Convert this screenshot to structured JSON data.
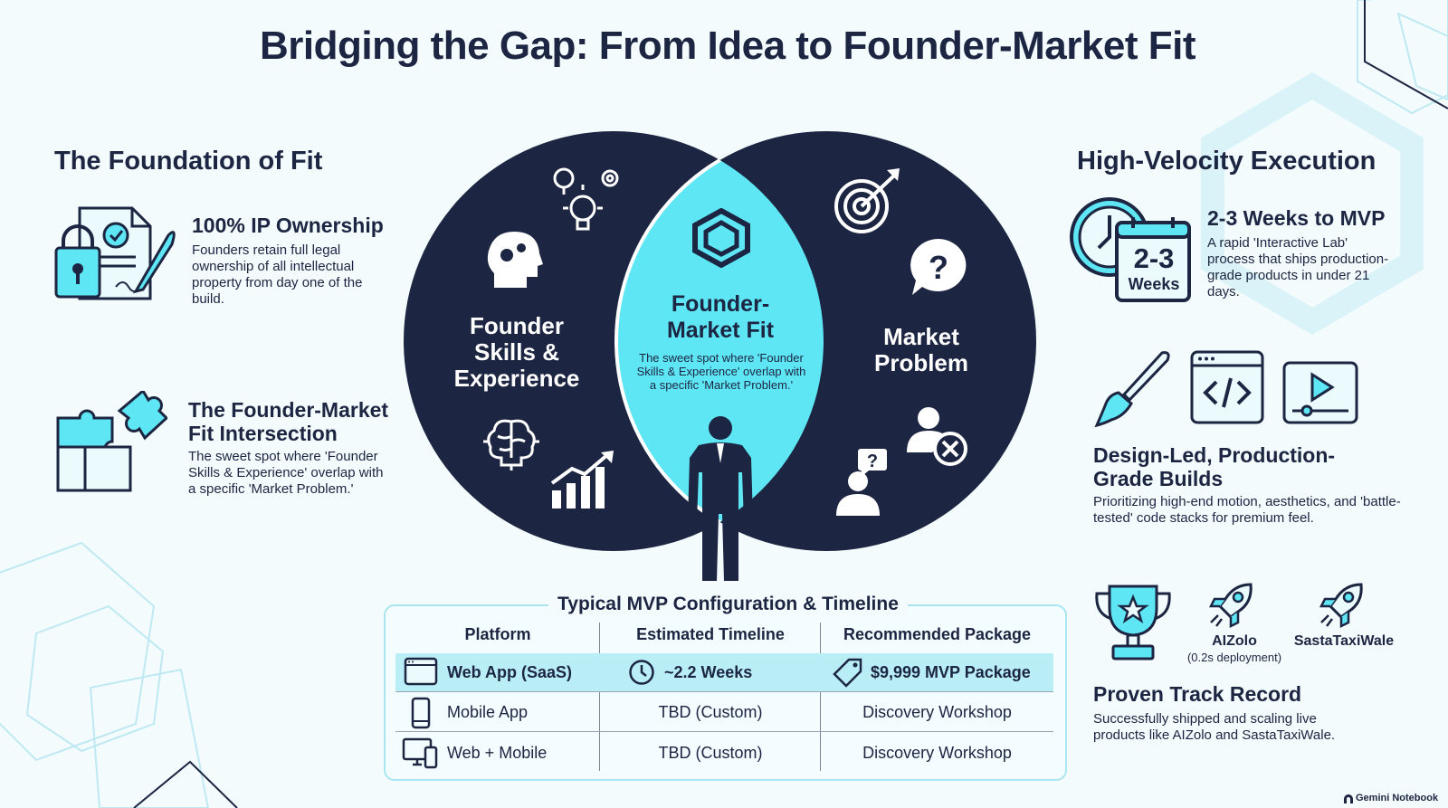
{
  "title": "Bridging the Gap: From Idea to Founder-Market Fit",
  "left": {
    "section_title": "The Foundation of Fit",
    "items": [
      {
        "title": "100% IP Ownership",
        "desc": "Founders retain full legal ownership of all intellectual property from day one of the build."
      },
      {
        "title": "The Founder-Market Fit Intersection",
        "desc": "The sweet spot where 'Founder Skills & Experience' overlap with a specific 'Market Problem.'"
      }
    ]
  },
  "venn": {
    "left_label": "Founder Skills & Experience",
    "right_label": "Market Problem",
    "center_title": "Founder-Market Fit",
    "center_desc": "The sweet spot where 'Founder Skills & Experience' overlap with a specific 'Market Problem.'"
  },
  "right": {
    "section_title": "High-Velocity Execution",
    "calendar_number": "2-3",
    "calendar_unit": "Weeks",
    "items": [
      {
        "title": "2-3 Weeks to MVP",
        "desc": "A rapid 'Interactive Lab' process that ships production-grade products in under 21 days."
      },
      {
        "title": "Design-Led, Production-Grade Builds",
        "desc": "Prioritizing high-end motion, aesthetics, and 'battle-tested' code stacks for premium feel."
      },
      {
        "title": "Proven Track Record",
        "desc": "Successfully shipped and scaling live products like AIZolo and SastaTaxiWale."
      }
    ],
    "products": [
      {
        "name": "AIZolo",
        "note": "(0.2s deployment)"
      },
      {
        "name": "SastaTaxiWale",
        "note": ""
      }
    ]
  },
  "table": {
    "title": "Typical MVP Configuration & Timeline",
    "headers": [
      "Platform",
      "Estimated Timeline",
      "Recommended Package"
    ],
    "rows": [
      {
        "platform": "Web App (SaaS)",
        "timeline": "~2.2 Weeks",
        "package": "$9,999 MVP Package"
      },
      {
        "platform": "Mobile App",
        "timeline": "TBD (Custom)",
        "package": "Discovery Workshop"
      },
      {
        "platform": "Web + Mobile",
        "timeline": "TBD (Custom)",
        "package": "Discovery Workshop"
      }
    ]
  },
  "brand": "Gemini Notebook",
  "colors": {
    "navy": "#1c2541",
    "cyan": "#5ee6f5",
    "light_cyan": "#b9eef6",
    "background": "#f3fbfd"
  }
}
